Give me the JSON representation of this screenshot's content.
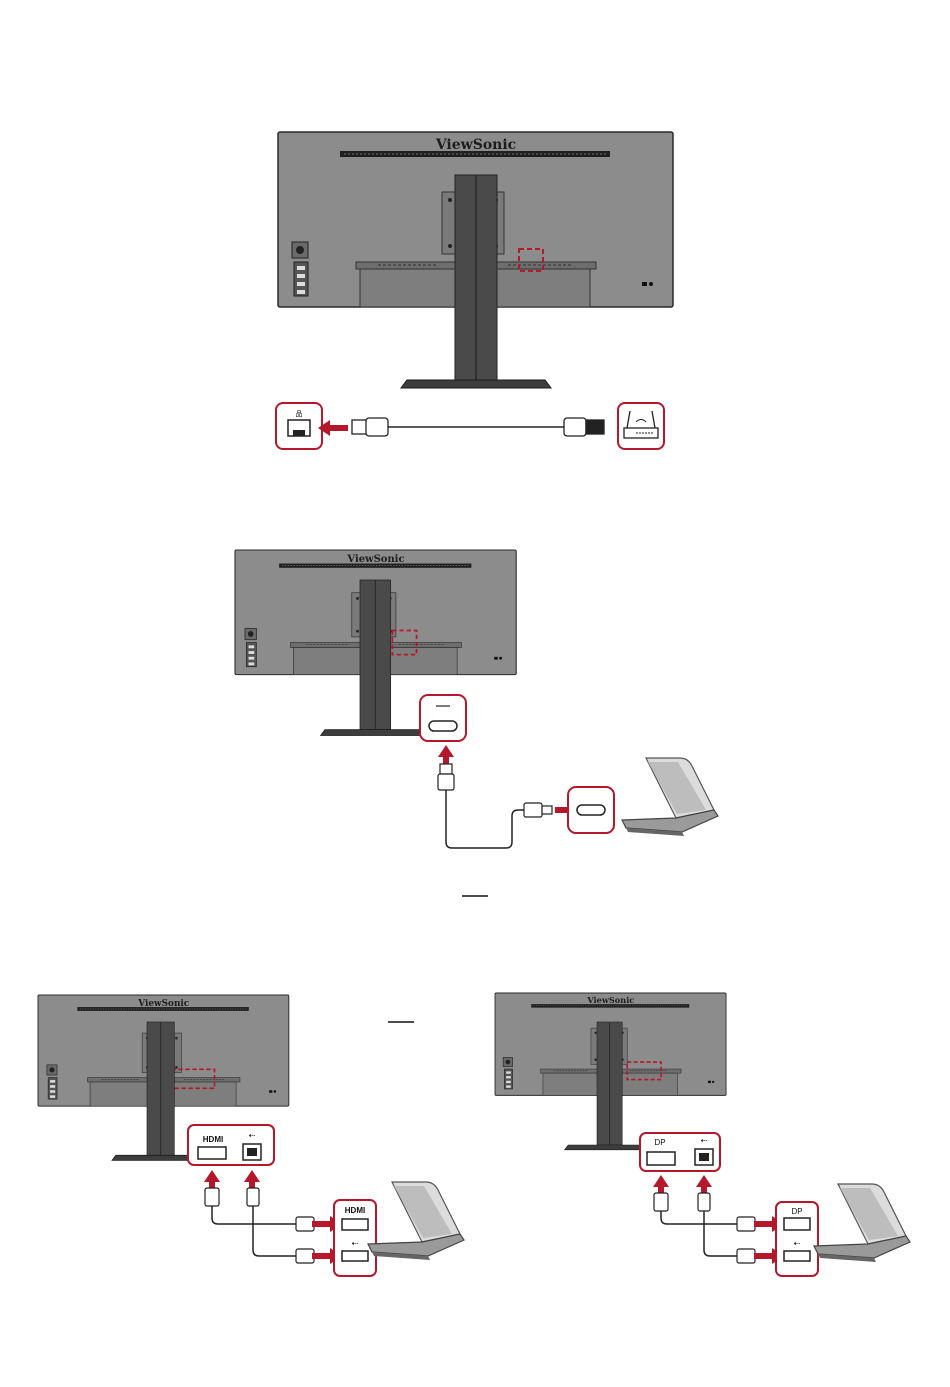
{
  "brand": "ViewSonic",
  "port_labels": {
    "hdmi": "HDMI",
    "dp": "DP"
  },
  "colors": {
    "accent": "#b5182b",
    "monitor_body": "#8c8c8c",
    "monitor_outline": "#2a2a2a",
    "stand": "#4a4a4a",
    "cable": "#222222"
  },
  "icons": [
    "ethernet-port-icon",
    "router-icon",
    "usb-c-port-icon",
    "laptop-icon",
    "hdmi-port-icon",
    "usb-b-port-icon",
    "usb-a-port-icon",
    "displayport-icon",
    "arrow-icon"
  ]
}
